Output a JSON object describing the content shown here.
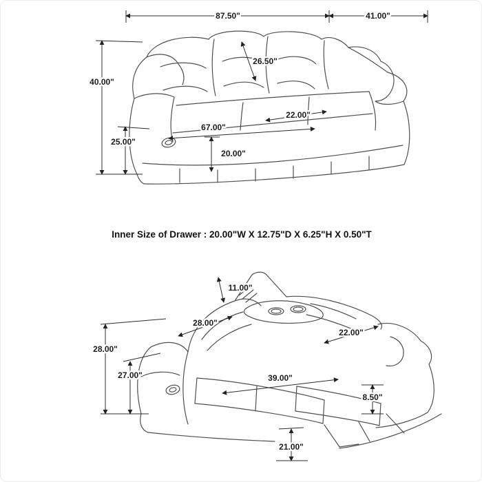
{
  "note": {
    "text": "Inner Size of Drawer : 20.00\"W X 12.75\"D X 6.25\"H X 0.50\"T"
  },
  "top": {
    "overall_width": "87.50\"",
    "depth": "41.00\"",
    "back_cushion_height": "26.50\"",
    "overall_height": "40.00\"",
    "arm_height": "25.00\"",
    "seat_width": "67.00\"",
    "seat_cushion_width": "22.00\"",
    "seat_depth": "20.00\""
  },
  "bottom": {
    "table_depth": "11.00\"",
    "back_cushion_width": "28.00\"",
    "right_cushion_width": "22.00\"",
    "reclined_back_height": "28.00\"",
    "arm_height": "27.00\"",
    "reclined_length": "39.00\"",
    "footrest_thickness": "8.50\"",
    "footrest_floor_clearance": "21.00\""
  }
}
